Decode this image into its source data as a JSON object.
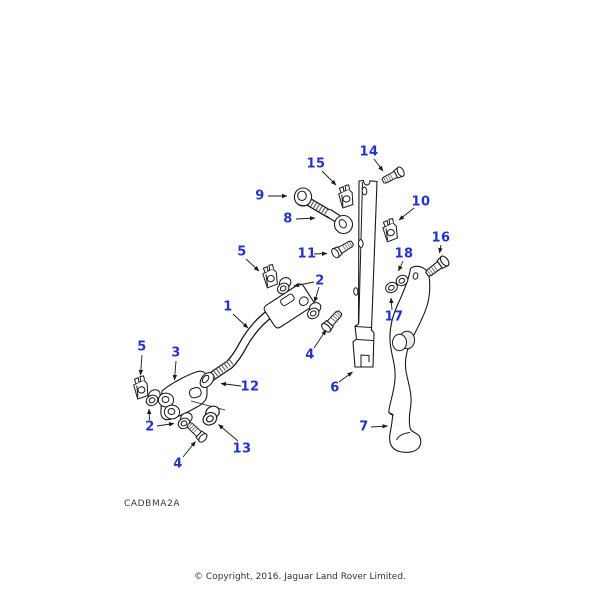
{
  "diagram": {
    "code": "CADBMA2A",
    "copyright": "© Copyright, 2016. Jaguar Land Rover Limited.",
    "accent_color": "#2233cc",
    "line_color": "#1a1a1a"
  },
  "callouts": [
    {
      "label": "14",
      "points_to": "bolt"
    },
    {
      "label": "15",
      "points_to": "spring-clip"
    },
    {
      "label": "9",
      "points_to": "bushing"
    },
    {
      "label": "10",
      "points_to": "spring-clip"
    },
    {
      "label": "8",
      "points_to": "threaded-link-rod"
    },
    {
      "label": "16",
      "points_to": "bolt"
    },
    {
      "label": "5",
      "points_to": "spring-clip"
    },
    {
      "label": "11",
      "points_to": "bolt"
    },
    {
      "label": "18",
      "points_to": "washer"
    },
    {
      "label": "2",
      "points_to": "bushings"
    },
    {
      "label": "1",
      "points_to": "lever-with-clevis"
    },
    {
      "label": "17",
      "points_to": "washer"
    },
    {
      "label": "5",
      "points_to": "spring-clip"
    },
    {
      "label": "3",
      "points_to": "pivot-bracket"
    },
    {
      "label": "4",
      "points_to": "bolt"
    },
    {
      "label": "12",
      "points_to": "bushing"
    },
    {
      "label": "6",
      "points_to": "mounting-bracket"
    },
    {
      "label": "2",
      "points_to": "bushings"
    },
    {
      "label": "7",
      "points_to": "pedal-bracket"
    },
    {
      "label": "13",
      "points_to": "bushing"
    },
    {
      "label": "4",
      "points_to": "bolt"
    }
  ]
}
